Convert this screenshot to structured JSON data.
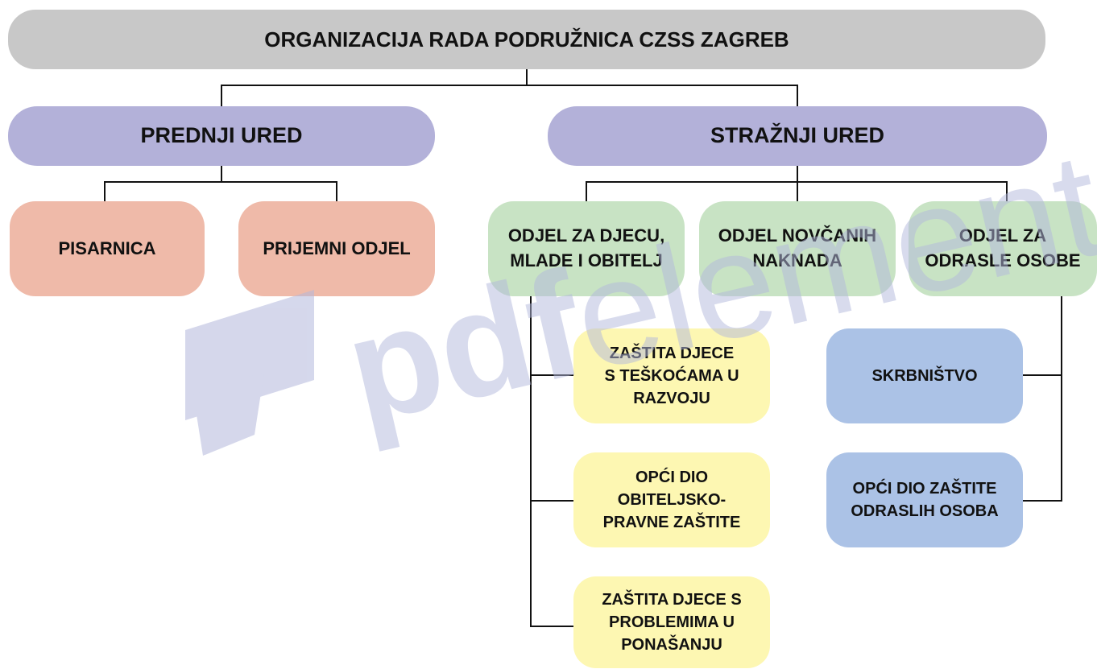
{
  "title": "ORGANIZACIJA RADA PODRUŽNICA CZSS ZAGREB",
  "front_office": {
    "label": "PREDNJI URED",
    "units": [
      "PISARNICA",
      "PRIJEMNI ODJEL"
    ]
  },
  "back_office": {
    "label": "STRAŽNJI URED",
    "departments": [
      {
        "label": "ODJEL ZA DJECU,\nMLADE I OBITELJ",
        "sections": [
          "ZAŠTITA DJECE\nS TEŠKOĆAMA U\nRAZVOJU",
          "OPĆI DIO\nOBITELJSKO-\nPRAVNE ZAŠTITE",
          "ZAŠTITA DJECE S\nPROBLEMIMA U\nPONAŠANJU"
        ]
      },
      {
        "label": "ODJEL NOVČANIH\nNAKNADA",
        "sections": []
      },
      {
        "label": "ODJEL ZA\nODRASLE OSOBE",
        "sections": [
          "SKRBNIŠTVO",
          "OPĆI DIO ZAŠTITE\nODRASLIH OSOBA"
        ]
      }
    ]
  },
  "watermark": "pdfelement",
  "colors": {
    "title_box": "#c8c8c8",
    "office_box": "#b3b1d9",
    "front_unit_box": "#efbaa9",
    "department_box": "#c8e3c4",
    "child_section_box": "#fdf7b2",
    "adult_section_box": "#abc2e6",
    "connector": "#111111",
    "watermark": "#b3b8dc"
  }
}
